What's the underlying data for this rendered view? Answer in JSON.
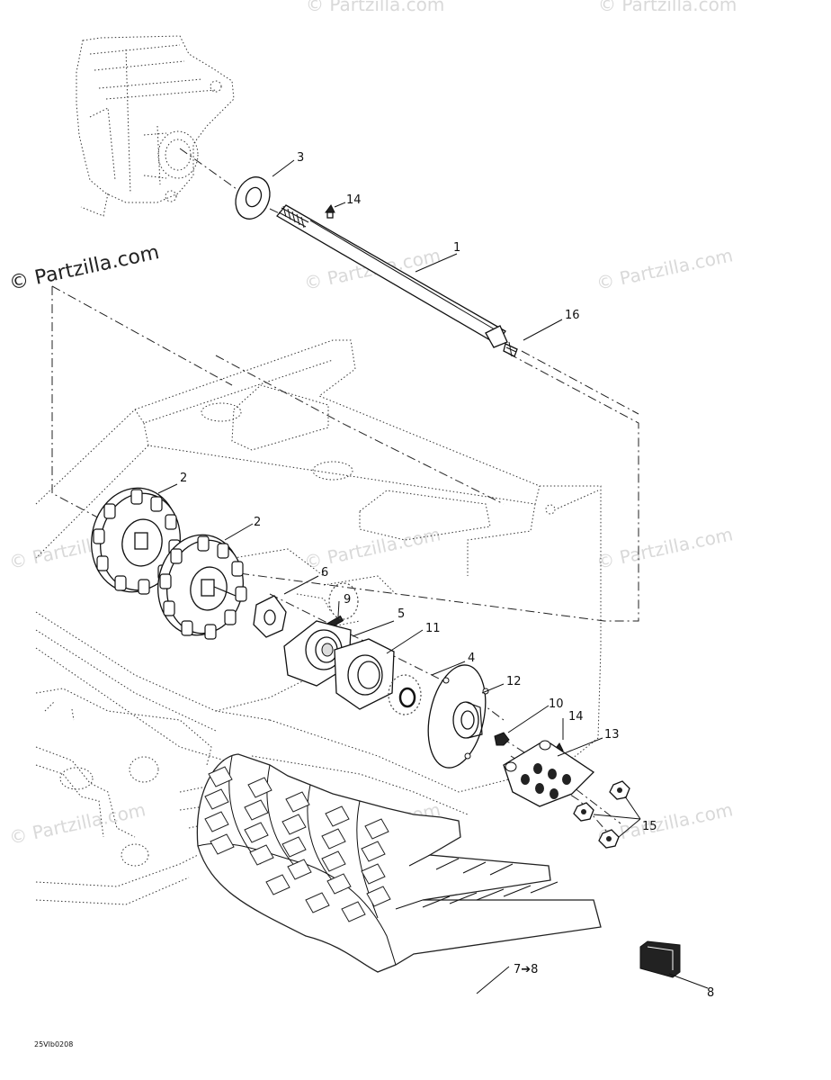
{
  "watermarks": {
    "main": "© Partzilla.com",
    "faint": "© Partzilla.com"
  },
  "callouts": {
    "c1": "1",
    "c2a": "2",
    "c2b": "2",
    "c3": "3",
    "c4": "4",
    "c5": "5",
    "c6": "6",
    "c7": "7➔8",
    "c8": "8",
    "c9": "9",
    "c10": "10",
    "c11": "11",
    "c12": "12",
    "c13": "13",
    "c14a": "14",
    "c14b": "14",
    "c15": "15",
    "c16": "16"
  },
  "diagram_code": "25Vlb0208"
}
